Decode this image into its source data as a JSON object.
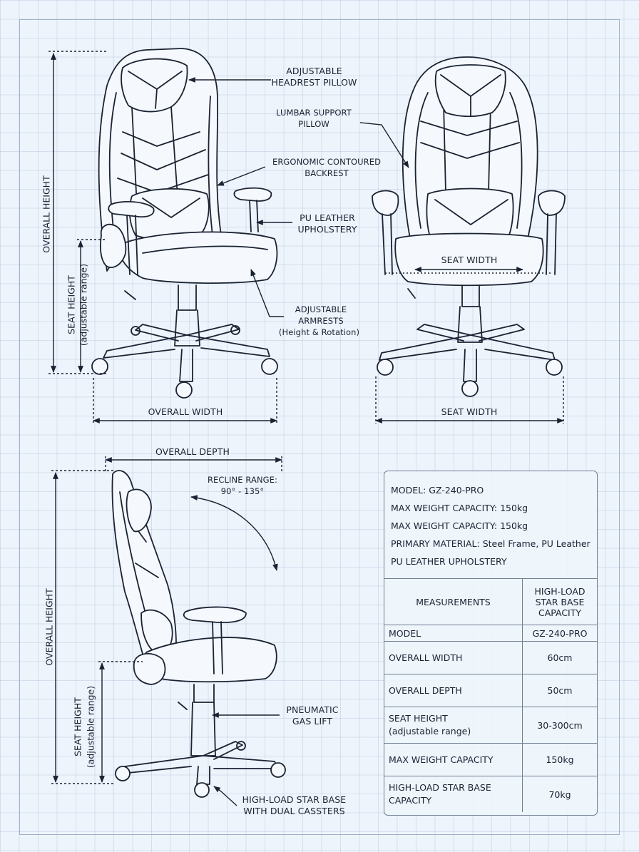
{
  "front_view": {
    "callouts": {
      "headrest": "ADJUSTABLE\nHEADREST PILLOW",
      "backrest": "ERGONOMIC CONTOURED\nBACKREST",
      "upholstery": "PU LEATHER\nUPHOLSTERY",
      "armrests": "ADJUSTABLE\nARMRESTS",
      "armrests_note": "(Height & Rotation)"
    },
    "dims": {
      "overall_height": "OVERALL HEIGHT",
      "seat_height": "SEAT HEIGHT",
      "seat_height_note": "(adjustable range)",
      "overall_width": "OVERALL WIDTH"
    }
  },
  "rear_view": {
    "callouts": {
      "lumbar": "LUMBAR SUPPORT\nPILLOW"
    },
    "dims": {
      "seat_width_inner": "SEAT WIDTH",
      "seat_width": "SEAT WIDTH"
    }
  },
  "side_view": {
    "dims": {
      "overall_depth": "OVERALL DEPTH",
      "recline": "RECLINE RANGE:\n90° - 135°",
      "overall_height": "OVERALL HEIGHT",
      "seat_height": "SEAT HEIGHT",
      "seat_height_note": "(adjustable range)"
    },
    "callouts": {
      "gas_lift": "PNEUMATIC\nGAS LIFT",
      "base": "HIGH-LOAD STAR BASE\nWITH DUAL CASSTERS"
    }
  },
  "spec_box": {
    "lines": [
      "MODEL: GZ-240-PRO",
      "MAX WEIGHT CAPACITY: 150kg",
      "MAX WEIGHT CAPACITY: 150kg",
      "PRIMARY MATERIAL: Steel Frame, PU Leather",
      "PU LEATHER UPHOLSTERY"
    ],
    "table": {
      "header": [
        "MEASUREMENTS",
        "HIGH-LOAD\nSTAR BASE\nCAPACITY"
      ],
      "model_row": [
        "MODEL",
        "GZ-240-PRO"
      ],
      "rows": [
        [
          "OVERALL WIDTH",
          "60cm"
        ],
        [
          "OVERALL DEPTH",
          "50cm"
        ],
        [
          "SEAT HEIGHT\n(adjustable range)",
          "30-300cm"
        ],
        [
          "MAX WEIGHT CAPACITY",
          "150kg"
        ],
        [
          "HIGH-LOAD STAR BASE\nCAPACITY",
          "70kg"
        ]
      ]
    }
  }
}
